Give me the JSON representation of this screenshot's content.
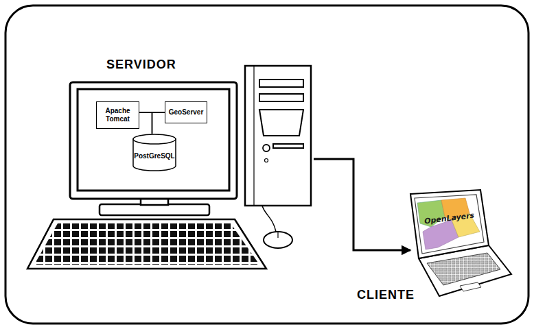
{
  "diagram": {
    "nodes": [
      {
        "text": [
          "SERVIDOR"
        ]
      },
      {
        "text": [
          "Apache Tomcat"
        ],
        "in": 0
      },
      {
        "text": [
          "GeoServer"
        ],
        "in": 0
      },
      {
        "text": [
          "PostGreSQL"
        ],
        "in": 0
      },
      {
        "text": [
          "OpenLayers",
          "CLIENTE"
        ]
      }
    ],
    "edges": [
      {
        "from": 1,
        "to": 2,
        "arrow": "none"
      },
      {
        "from": 1,
        "to": 3,
        "arrow": "none"
      },
      {
        "from": 2,
        "to": 3,
        "arrow": "none"
      },
      {
        "from": 0,
        "to": 4,
        "arrow": "to"
      }
    ]
  }
}
